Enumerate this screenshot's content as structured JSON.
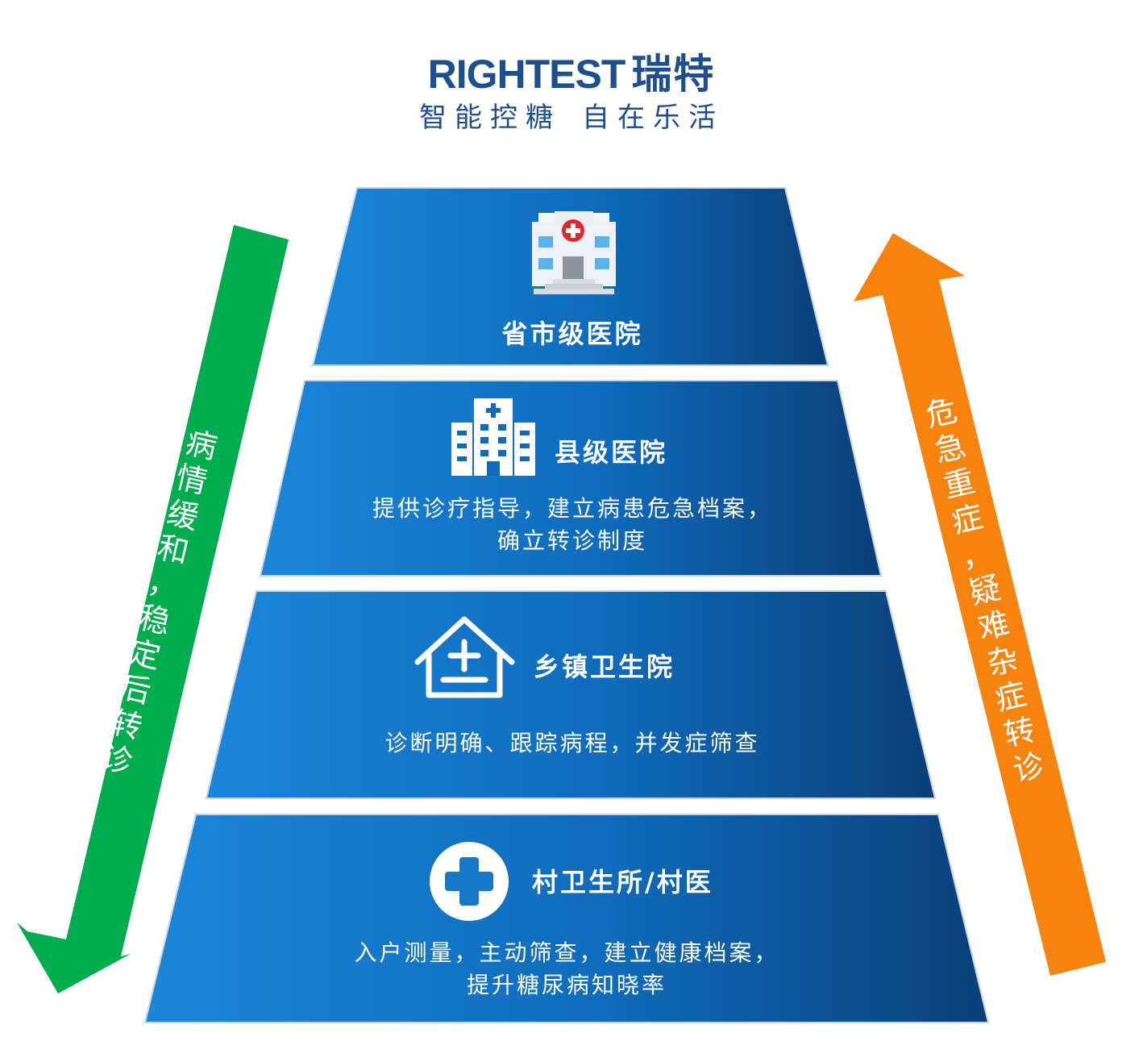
{
  "brand": {
    "name_latin": "RIGHTEST",
    "name_cn": "瑞特",
    "slogan_part1": "智能控糖",
    "slogan_part2": "自在乐活"
  },
  "levels": [
    {
      "title": "省市级医院",
      "icon": "hospital-building-icon",
      "desc": []
    },
    {
      "title": "县级医院",
      "icon": "city-hospital-icon",
      "desc": [
        "提供诊疗指导，建立病患危急档案，",
        "确立转诊制度"
      ]
    },
    {
      "title": "乡镇卫生院",
      "icon": "clinic-house-icon",
      "desc": [
        "诊断明确、跟踪病程，并发症筛查"
      ]
    },
    {
      "title": "村卫生所/村医",
      "icon": "medical-cross-circle-icon",
      "desc": [
        "入户测量，主动筛查，建立健康档案，",
        "提升糖尿病知晓率"
      ]
    }
  ],
  "arrows": {
    "down": {
      "chars": [
        "病",
        "情",
        "缓",
        "和",
        "，",
        "稳",
        "定",
        "后",
        "转",
        "诊"
      ],
      "color": "#00ad4e"
    },
    "up": {
      "chars": [
        "危",
        "急",
        "重",
        "症",
        "，",
        "疑",
        "难",
        "杂",
        "症",
        "转",
        "诊"
      ],
      "color": "#f7830f"
    }
  },
  "colors": {
    "tier_light": "#1782d6",
    "tier_dark": "#0a3f78",
    "brand": "#1d4f8f",
    "red_cross": "#e2262b"
  }
}
